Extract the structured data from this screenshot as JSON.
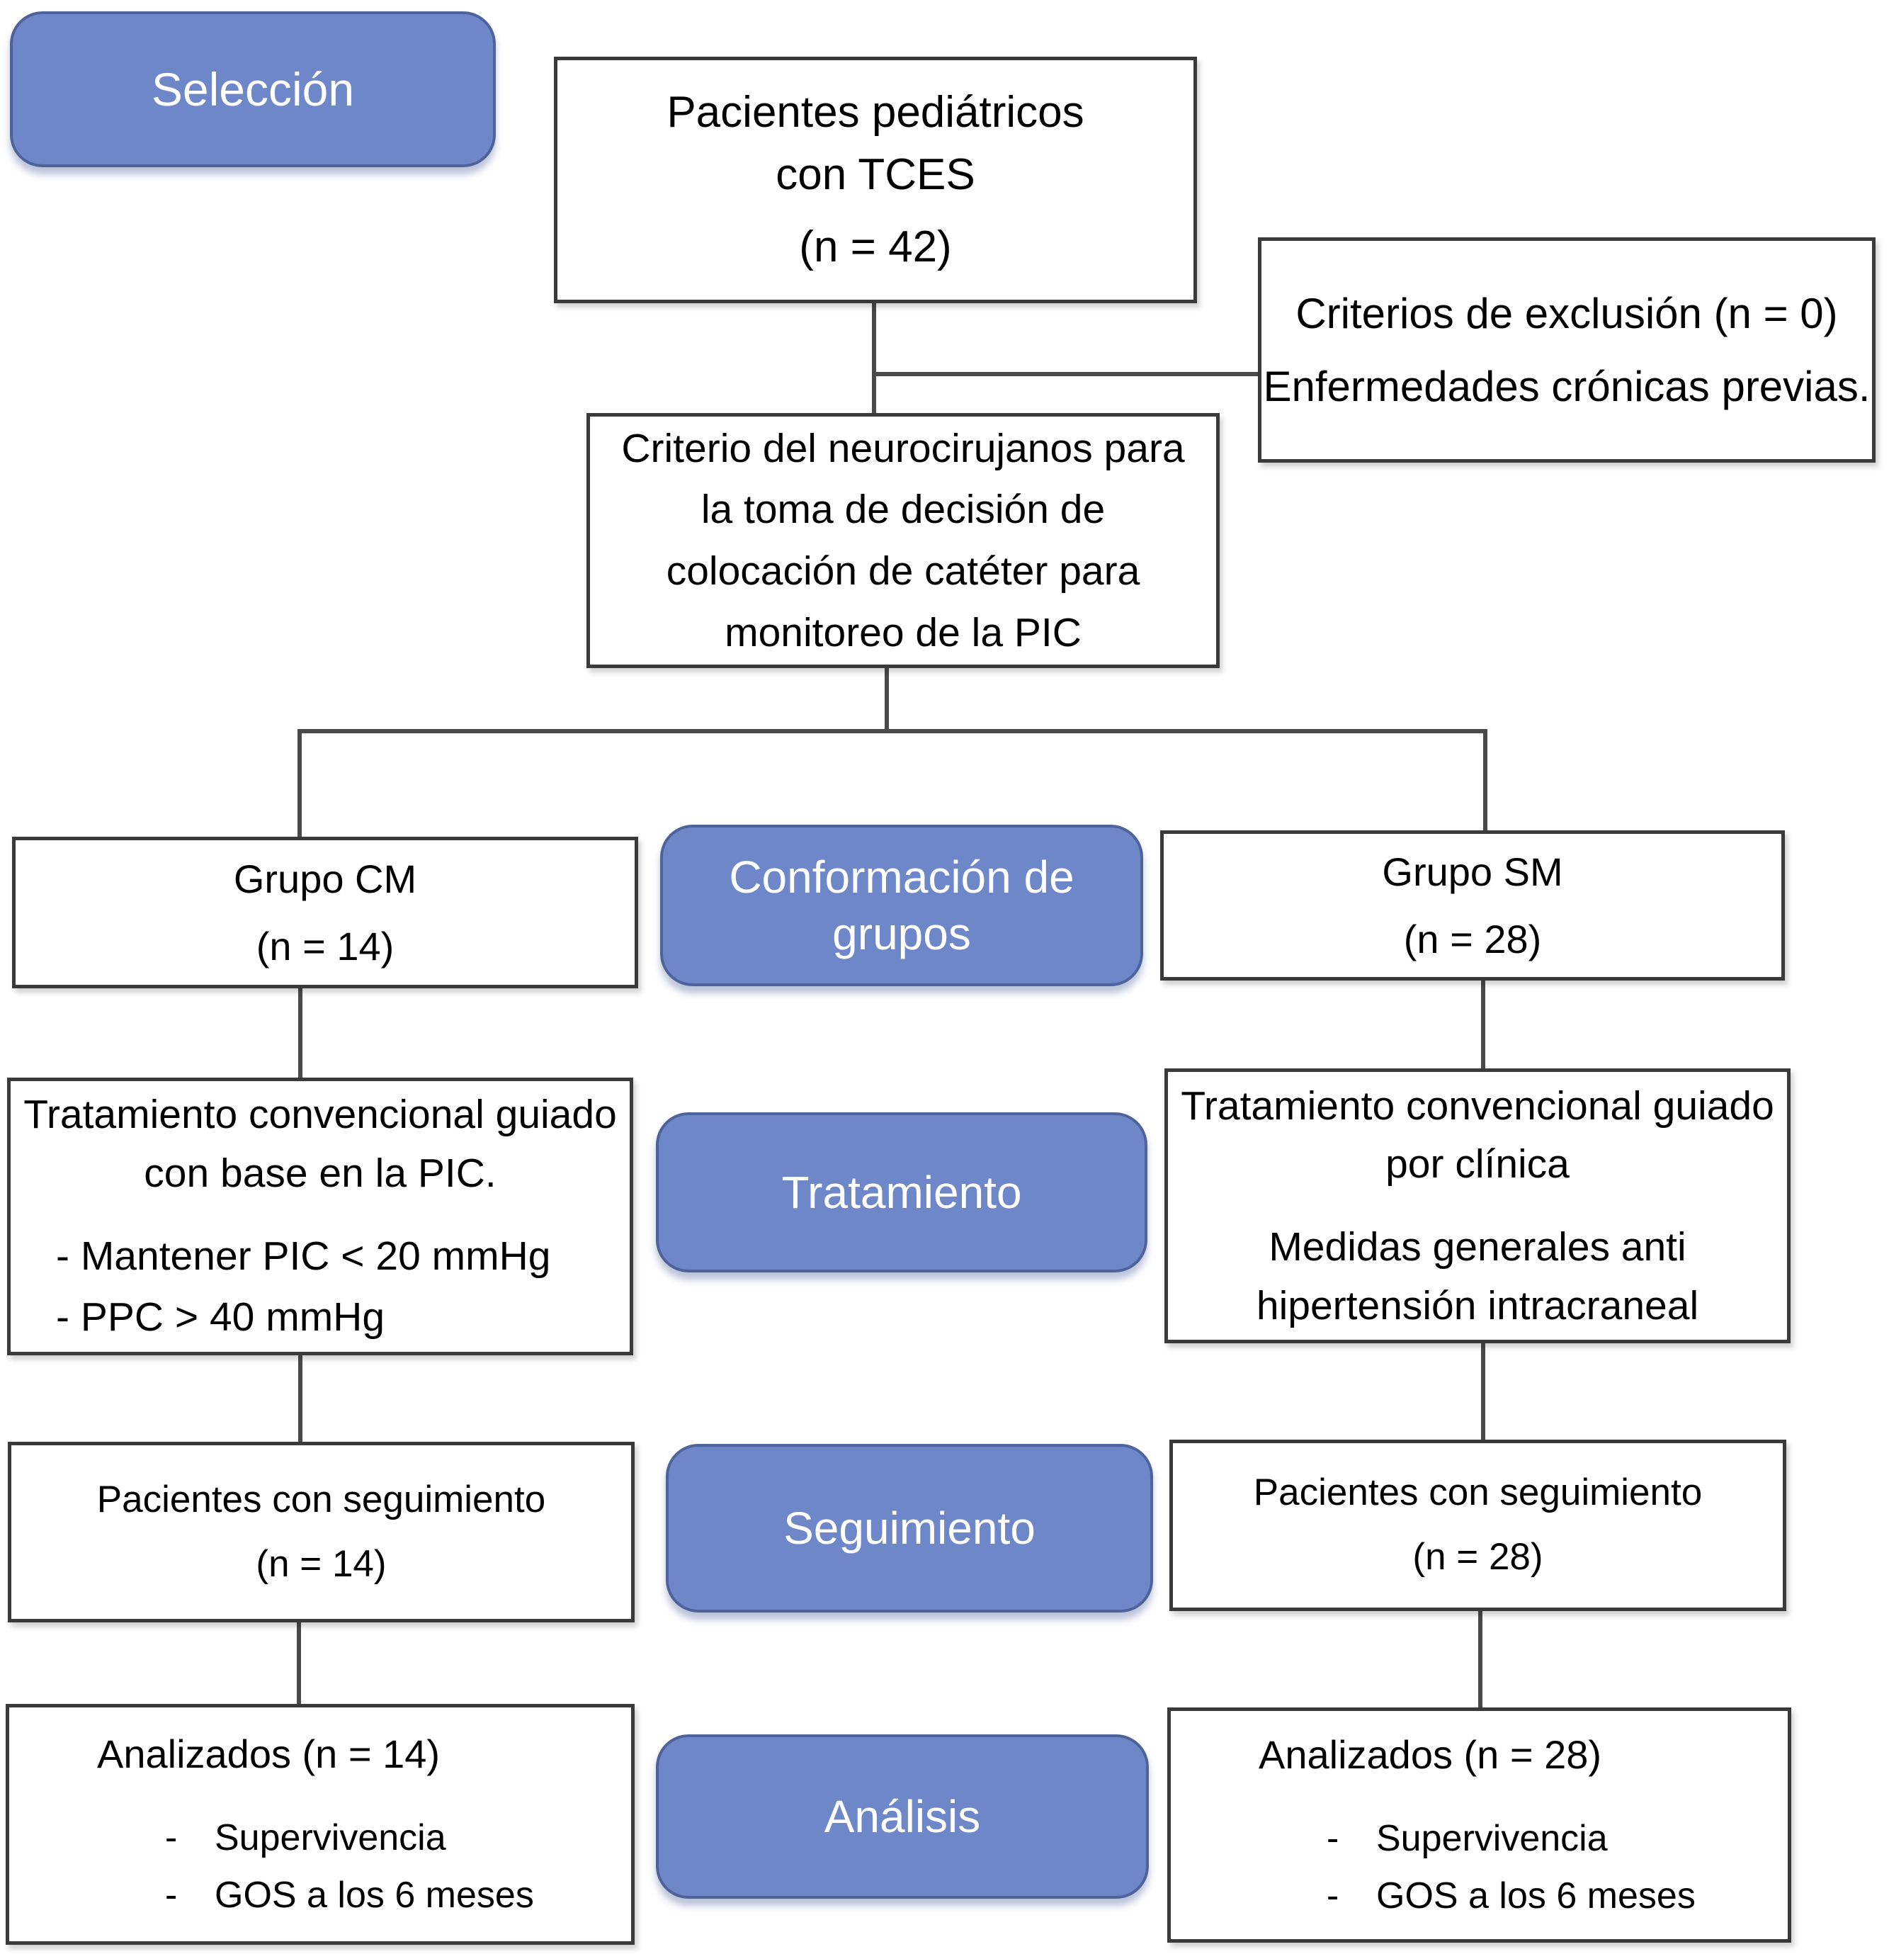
{
  "stages": {
    "seleccion": "Selección",
    "conformacion": "Conformación de grupos",
    "tratamiento": "Tratamiento",
    "seguimiento": "Seguimiento",
    "analisis": "Análisis"
  },
  "top_box": {
    "line1": "Pacientes pediátricos",
    "line2": "con TCES",
    "n": "(n = 42)"
  },
  "exclusion_box": {
    "title": "Criterios de exclusión (n = 0)",
    "detail": "Enfermedades crónicas previas."
  },
  "criterio_box": {
    "line1": "Criterio del neurocirujanos para",
    "line2": "la toma de decisión de",
    "line3": "colocación de catéter para",
    "line4": "monitoreo de la PIC"
  },
  "grupo_cm": {
    "title": "Grupo CM",
    "n": "(n = 14)"
  },
  "grupo_sm": {
    "title": "Grupo SM",
    "n": "(n = 28)"
  },
  "trat_cm": {
    "line1": "Tratamiento convencional guiado",
    "line2": "con base en la PIC.",
    "bullet1": "- Mantener PIC < 20 mmHg",
    "bullet2": "- PPC > 40 mmHg"
  },
  "trat_sm": {
    "line1": "Tratamiento convencional guiado",
    "line2": "por clínica",
    "line3": "Medidas generales anti",
    "line4": "hipertensión intracraneal"
  },
  "seg_cm": {
    "title": "Pacientes con seguimiento",
    "n": "(n = 14)"
  },
  "seg_sm": {
    "title": "Pacientes con seguimiento",
    "n": "(n = 28)"
  },
  "ana_cm": {
    "title": "Analizados (n = 14)",
    "marker": "-",
    "bullet1": "Supervivencia",
    "bullet2": "GOS a los 6 meses"
  },
  "ana_sm": {
    "title": "Analizados (n = 28)",
    "marker": "-",
    "bullet1": "Supervivencia",
    "bullet2": "GOS a los 6 meses"
  },
  "colors": {
    "stage_fill": "#6d87c8",
    "stage_border": "#4f639b",
    "stage_text": "#ffffff",
    "box_border": "#3a3a3a",
    "connector": "#4a4a4a",
    "text": "#000000",
    "background": "#ffffff"
  }
}
